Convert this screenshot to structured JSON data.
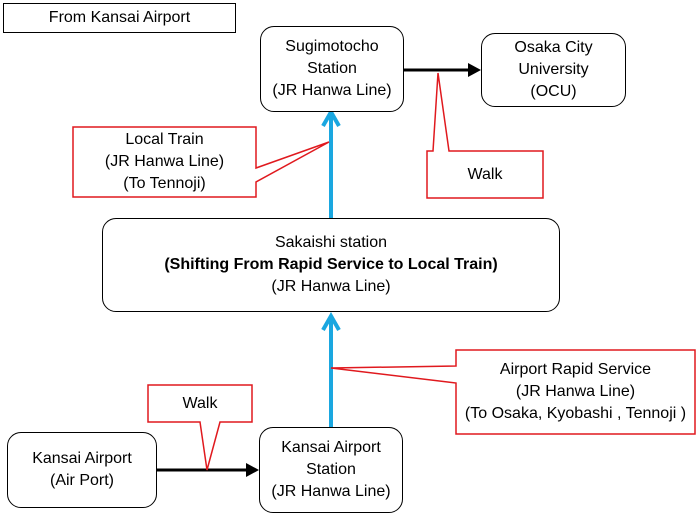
{
  "header": {
    "title": "From Kansai  Airport"
  },
  "nodes": {
    "sugimotocho": [
      "Sugimotocho",
      "Station",
      "(JR Hanwa Line)"
    ],
    "ocu": [
      "Osaka City",
      "University",
      "(OCU)"
    ],
    "sakaishi": {
      "line1": "Sakaishi station",
      "line2": "(Shifting From Rapid Service to Local Train)",
      "line3": "(JR Hanwa Line)"
    },
    "kansai_airport": [
      "Kansai Airport",
      "(Air Port)"
    ],
    "kansai_airport_station": [
      "Kansai Airport",
      "Station",
      "(JR Hanwa Line)"
    ]
  },
  "callouts": {
    "local_train": [
      "Local Train",
      "(JR Hanwa Line)",
      "(To Tennoji)"
    ],
    "walk_top": "Walk",
    "walk_bottom": "Walk",
    "airport_rapid": [
      "Airport Rapid Service",
      "(JR Hanwa Line)",
      "(To Osaka, Kyobashi , Tennoji )"
    ]
  },
  "colors": {
    "train_arrow": "#1aa7e0",
    "walk_arrow": "#000000",
    "callout_border": "#e0191e"
  }
}
